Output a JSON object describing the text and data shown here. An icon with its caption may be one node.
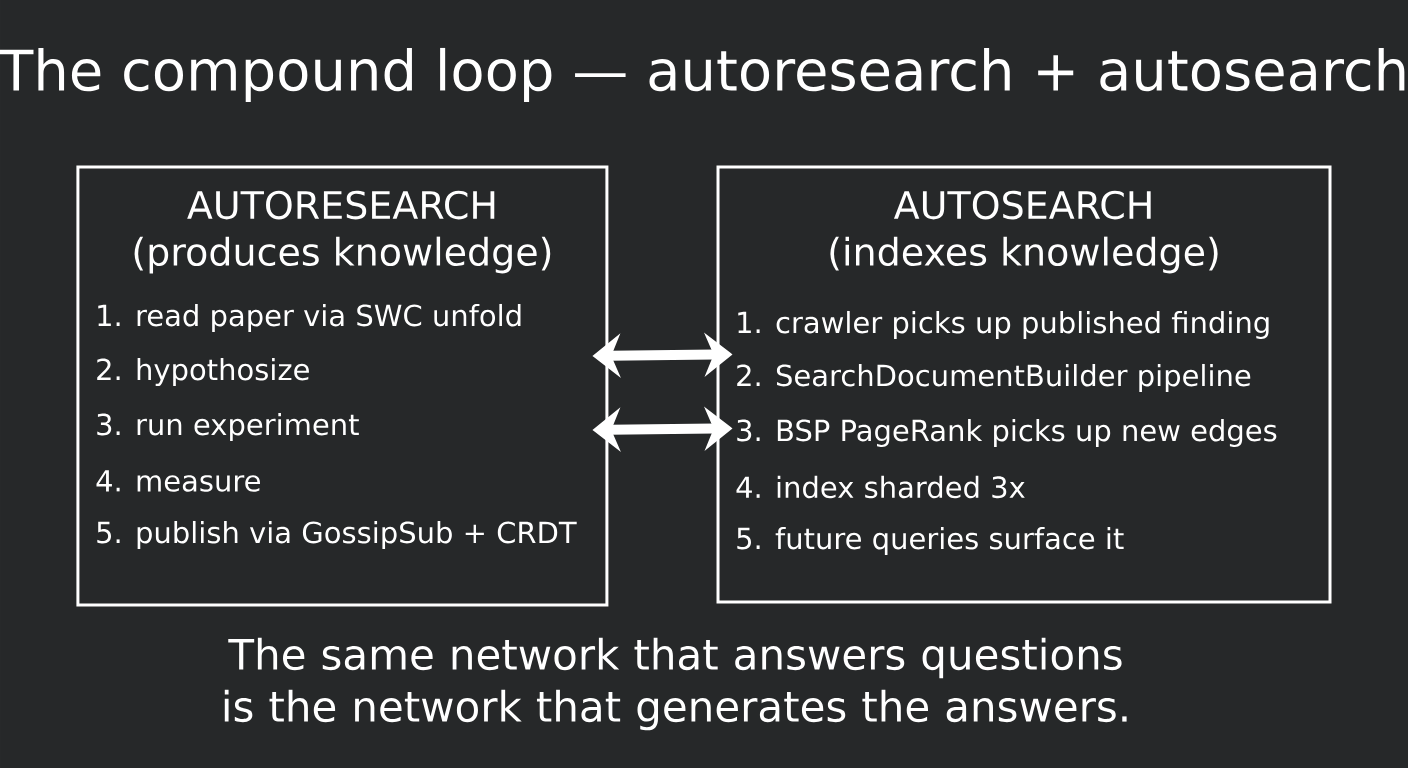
{
  "diagram": {
    "title": "The compound loop — autoresearch + autosearch",
    "nodes": [
      {
        "text": [
          "AUTORESEARCH",
          "(produces knowledge)",
          "1. read paper via SWC unfold",
          "2. hypothosize",
          "3. run experiment",
          "4. measure",
          "5. publish via GossipSub + CRDT"
        ]
      },
      {
        "text": [
          "AUTOSEARCH",
          "(indexes knowledge)",
          "1. crawler picks up published finding",
          "2. SearchDocumentBuilder pipeline",
          "3. BSP PageRank picks up new edges",
          "4. index sharded 3x",
          "5. future queries surface it"
        ]
      }
    ],
    "edges": [
      {
        "from": 0,
        "to": 1,
        "arrow": "both"
      },
      {
        "from": 0,
        "to": 1,
        "arrow": "both"
      }
    ],
    "caption": "The same network that answers questions is the network that generates the answers."
  }
}
